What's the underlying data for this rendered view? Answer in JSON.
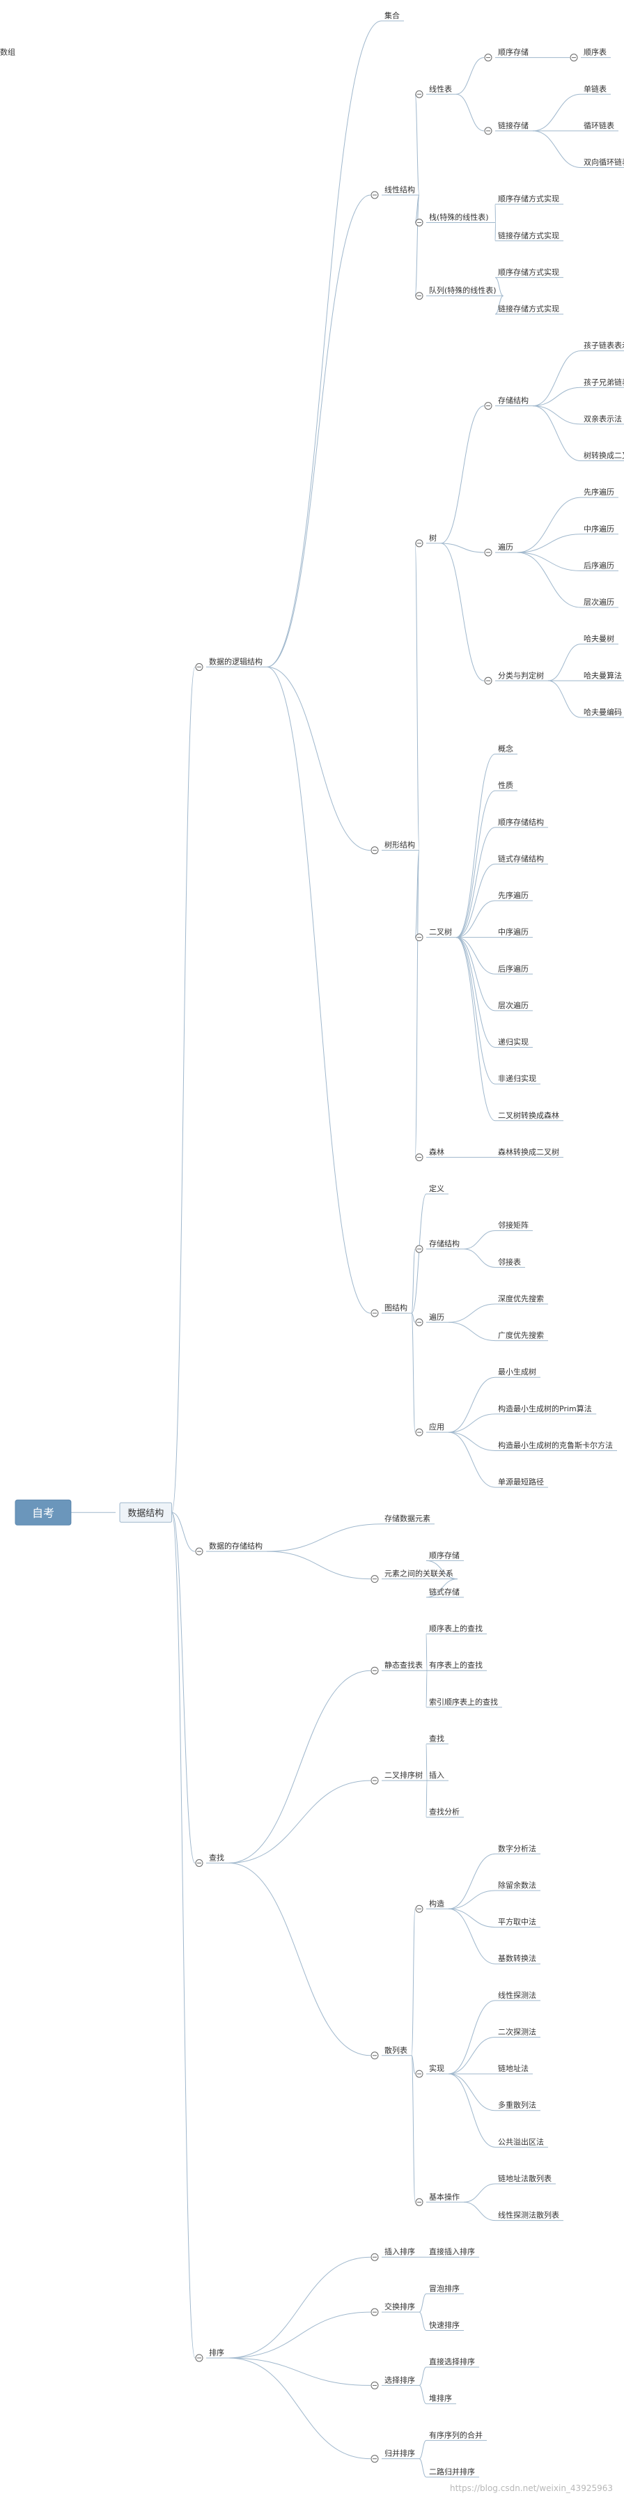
{
  "colors": {
    "line": "#9fb7cc",
    "root_fill": "#6b96bb",
    "root_border": "#5a86ad",
    "l1_fill": "#eef3f8",
    "l1_border": "#9fb7cc",
    "text": "#333333",
    "toggle": "#666666"
  },
  "watermark": "https://blog.csdn.net/weixin_43925963",
  "tree": {
    "label": "自考",
    "children": [
      {
        "label": "数据结构",
        "children": [
          {
            "label": "数据的逻辑结构",
            "children": [
              {
                "label": "集合"
              },
              {
                "label": "线性结构",
                "children": [
                  {
                    "label": "线性表",
                    "children": [
                      {
                        "label": "顺序存储",
                        "children": [
                          {
                            "label": "顺序表",
                            "children": [
                              {
                                "label": "数组"
                              }
                            ]
                          }
                        ]
                      },
                      {
                        "label": "链接存储",
                        "children": [
                          {
                            "label": "单链表"
                          },
                          {
                            "label": "循环链表"
                          },
                          {
                            "label": "双向循环链表"
                          }
                        ]
                      }
                    ]
                  },
                  {
                    "label": "栈(特殊的线性表)",
                    "children": [
                      {
                        "label": "顺序存储方式实现"
                      },
                      {
                        "label": "链接存储方式实现"
                      }
                    ]
                  },
                  {
                    "label": "队列(特殊的线性表)",
                    "children": [
                      {
                        "label": "顺序存储方式实现"
                      },
                      {
                        "label": "链接存储方式实现"
                      }
                    ]
                  }
                ]
              },
              {
                "label": "树形结构",
                "children": [
                  {
                    "label": "树",
                    "children": [
                      {
                        "label": "存储结构",
                        "children": [
                          {
                            "label": "孩子链表表示法"
                          },
                          {
                            "label": "孩子兄弟链表表示法"
                          },
                          {
                            "label": "双亲表示法"
                          },
                          {
                            "label": "树转换成二叉树"
                          }
                        ]
                      },
                      {
                        "label": "遍历",
                        "children": [
                          {
                            "label": "先序遍历"
                          },
                          {
                            "label": "中序遍历"
                          },
                          {
                            "label": "后序遍历"
                          },
                          {
                            "label": "层次遍历"
                          }
                        ]
                      },
                      {
                        "label": "分类与判定树",
                        "children": [
                          {
                            "label": "哈夫曼树"
                          },
                          {
                            "label": "哈夫曼算法"
                          },
                          {
                            "label": "哈夫曼编码"
                          }
                        ]
                      }
                    ]
                  },
                  {
                    "label": "二叉树",
                    "children": [
                      {
                        "label": "概念"
                      },
                      {
                        "label": "性质"
                      },
                      {
                        "label": "顺序存储结构"
                      },
                      {
                        "label": "链式存储结构"
                      },
                      {
                        "label": "先序遍历"
                      },
                      {
                        "label": "中序遍历"
                      },
                      {
                        "label": "后序遍历"
                      },
                      {
                        "label": "层次遍历"
                      },
                      {
                        "label": "递归实现"
                      },
                      {
                        "label": "非递归实现"
                      },
                      {
                        "label": "二叉树转换成森林"
                      }
                    ]
                  },
                  {
                    "label": "森林",
                    "children": [
                      {
                        "label": "森林转换成二叉树"
                      }
                    ]
                  }
                ]
              },
              {
                "label": "图结构",
                "children": [
                  {
                    "label": "定义"
                  },
                  {
                    "label": "存储结构",
                    "children": [
                      {
                        "label": "邻接矩阵"
                      },
                      {
                        "label": "邻接表"
                      }
                    ]
                  },
                  {
                    "label": "遍历",
                    "children": [
                      {
                        "label": "深度优先搜索"
                      },
                      {
                        "label": "广度优先搜索"
                      }
                    ]
                  },
                  {
                    "label": "应用",
                    "children": [
                      {
                        "label": "最小生成树"
                      },
                      {
                        "label": "构造最小生成树的Prim算法"
                      },
                      {
                        "label": "构造最小生成树的克鲁斯卡尔方法"
                      },
                      {
                        "label": "单源最短路径"
                      }
                    ]
                  }
                ]
              }
            ]
          },
          {
            "label": "数据的存储结构",
            "children": [
              {
                "label": "存储数据元素"
              },
              {
                "label": "元素之间的关联关系",
                "children": [
                  {
                    "label": "顺序存储"
                  },
                  {
                    "label": "链式存储"
                  }
                ]
              }
            ]
          },
          {
            "label": "查找",
            "children": [
              {
                "label": "静态查找表",
                "children": [
                  {
                    "label": "顺序表上的查找"
                  },
                  {
                    "label": "有序表上的查找"
                  },
                  {
                    "label": "索引顺序表上的查找"
                  }
                ]
              },
              {
                "label": "二叉排序树",
                "children": [
                  {
                    "label": "查找"
                  },
                  {
                    "label": "插入"
                  },
                  {
                    "label": "查找分析"
                  }
                ]
              },
              {
                "label": "散列表",
                "children": [
                  {
                    "label": "构造",
                    "children": [
                      {
                        "label": "数字分析法"
                      },
                      {
                        "label": "除留余数法"
                      },
                      {
                        "label": "平方取中法"
                      },
                      {
                        "label": "基数转换法"
                      }
                    ]
                  },
                  {
                    "label": "实现",
                    "children": [
                      {
                        "label": "线性探测法"
                      },
                      {
                        "label": "二次探测法"
                      },
                      {
                        "label": "链地址法"
                      },
                      {
                        "label": "多重散列法"
                      },
                      {
                        "label": "公共溢出区法"
                      }
                    ]
                  },
                  {
                    "label": "基本操作",
                    "children": [
                      {
                        "label": "链地址法散列表"
                      },
                      {
                        "label": "线性探测法散列表"
                      }
                    ]
                  }
                ]
              }
            ]
          },
          {
            "label": "排序",
            "children": [
              {
                "label": "插入排序",
                "children": [
                  {
                    "label": "直接插入排序"
                  }
                ]
              },
              {
                "label": "交换排序",
                "children": [
                  {
                    "label": "冒泡排序"
                  },
                  {
                    "label": "快速排序"
                  }
                ]
              },
              {
                "label": "选择排序",
                "children": [
                  {
                    "label": "直接选择排序"
                  },
                  {
                    "label": "堆排序"
                  }
                ]
              },
              {
                "label": "归并排序",
                "children": [
                  {
                    "label": "有序序列的合并"
                  },
                  {
                    "label": "二路归并排序"
                  }
                ]
              }
            ]
          }
        ]
      }
    ]
  }
}
